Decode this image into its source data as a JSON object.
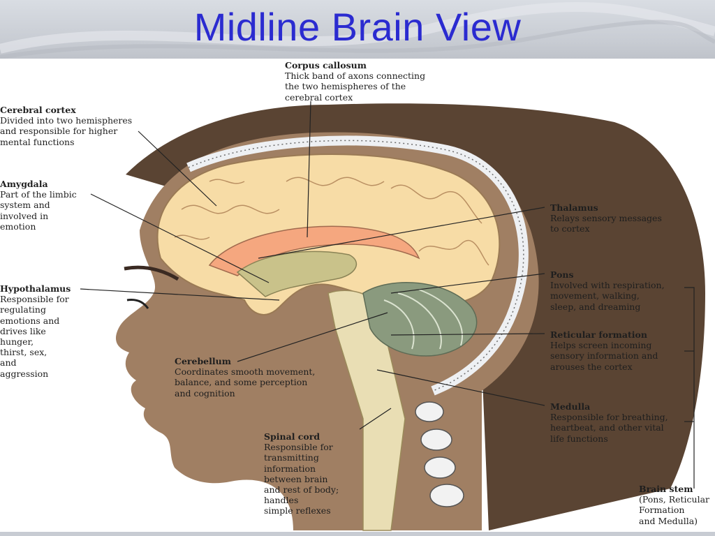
{
  "title": "Midline Brain View",
  "labels": {
    "corpus_callosum": {
      "name": "Corpus callosum",
      "desc": "Thick band of axons connecting\nthe two hemispheres of the\ncerebral cortex"
    },
    "cerebral_cortex": {
      "name": "Cerebral cortex",
      "desc": "Divided into two hemispheres\nand responsible for higher\nmental functions"
    },
    "amygdala": {
      "name": "Amygdala",
      "desc": "Part of the limbic\nsystem and\ninvolved in\nemotion"
    },
    "hypothalamus": {
      "name": "Hypothalamus",
      "desc": "Responsible for\nregulating\nemotions and\ndrives like\nhunger,\nthirst, sex,\nand\naggression"
    },
    "cerebellum": {
      "name": "Cerebellum",
      "desc": "Coordinates smooth movement,\nbalance, and some perception\nand cognition"
    },
    "spinal_cord": {
      "name": "Spinal cord",
      "desc": "Responsible for\ntransmitting\ninformation\nbetween brain\nand rest of body;\nhandles\nsimple reflexes"
    },
    "thalamus": {
      "name": "Thalamus",
      "desc": "Relays sensory messages\nto cortex"
    },
    "pons": {
      "name": "Pons",
      "desc": "Involved with respiration,\nmovement, walking,\nsleep, and dreaming"
    },
    "reticular_formation": {
      "name": "Reticular formation",
      "desc": "Helps screen incoming\nsensory information and\narouses the cortex"
    },
    "medulla": {
      "name": "Medulla",
      "desc": "Responsible for breathing,\nheartbeat, and other vital\nlife functions"
    },
    "brain_stem": {
      "name": "Brain stem",
      "desc": "(Pons, Reticular\nFormation\nand Medulla)"
    }
  },
  "colors": {
    "title": "#2b2bd0",
    "hair": "#5a4433",
    "skin": "#a07f63",
    "cortex": "#f7dca6",
    "corpus_callosum": "#f5a77f",
    "cerebellum": "#8a9a7e",
    "brainstem": "#e9deb4"
  }
}
